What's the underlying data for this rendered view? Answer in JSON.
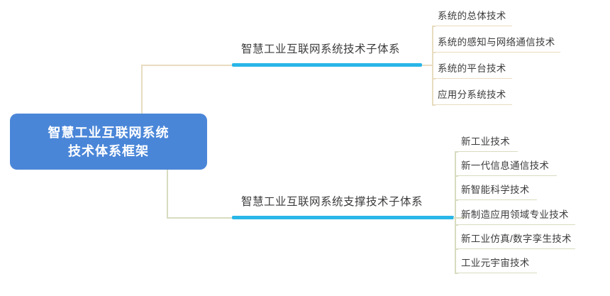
{
  "diagram": {
    "title_lines": [
      "智慧工业互联网系统",
      "技术体系框架"
    ],
    "colors": {
      "root_fill": "#4a86d8",
      "root_text": "#ffffff",
      "accent_cyan": "#29b6e8",
      "branch_top_line": "#e8dcc0",
      "branch_bottom_line": "#d8dcc0",
      "label_text": "#3c3c3c",
      "background": "#ffffff"
    },
    "branches": [
      {
        "label": "智慧工业互联网系统技术子体系",
        "accent": "#29b6e8",
        "line_color": "#e8dcc0",
        "leaves": [
          "系统的总体技术",
          "系统的感知与网络通信技术",
          "系统的平台技术",
          "应用分系统技术"
        ]
      },
      {
        "label": "智慧工业互联网系统支撑技术子体系",
        "accent": "#29b6e8",
        "line_color": "#d8dcc0",
        "leaves": [
          "新工业技术",
          "新一代信息通信技术",
          "新智能科学技术",
          "新制造应用领域专业技术",
          "新工业仿真/数字孪生技术",
          "工业元宇宙技术"
        ]
      }
    ]
  }
}
